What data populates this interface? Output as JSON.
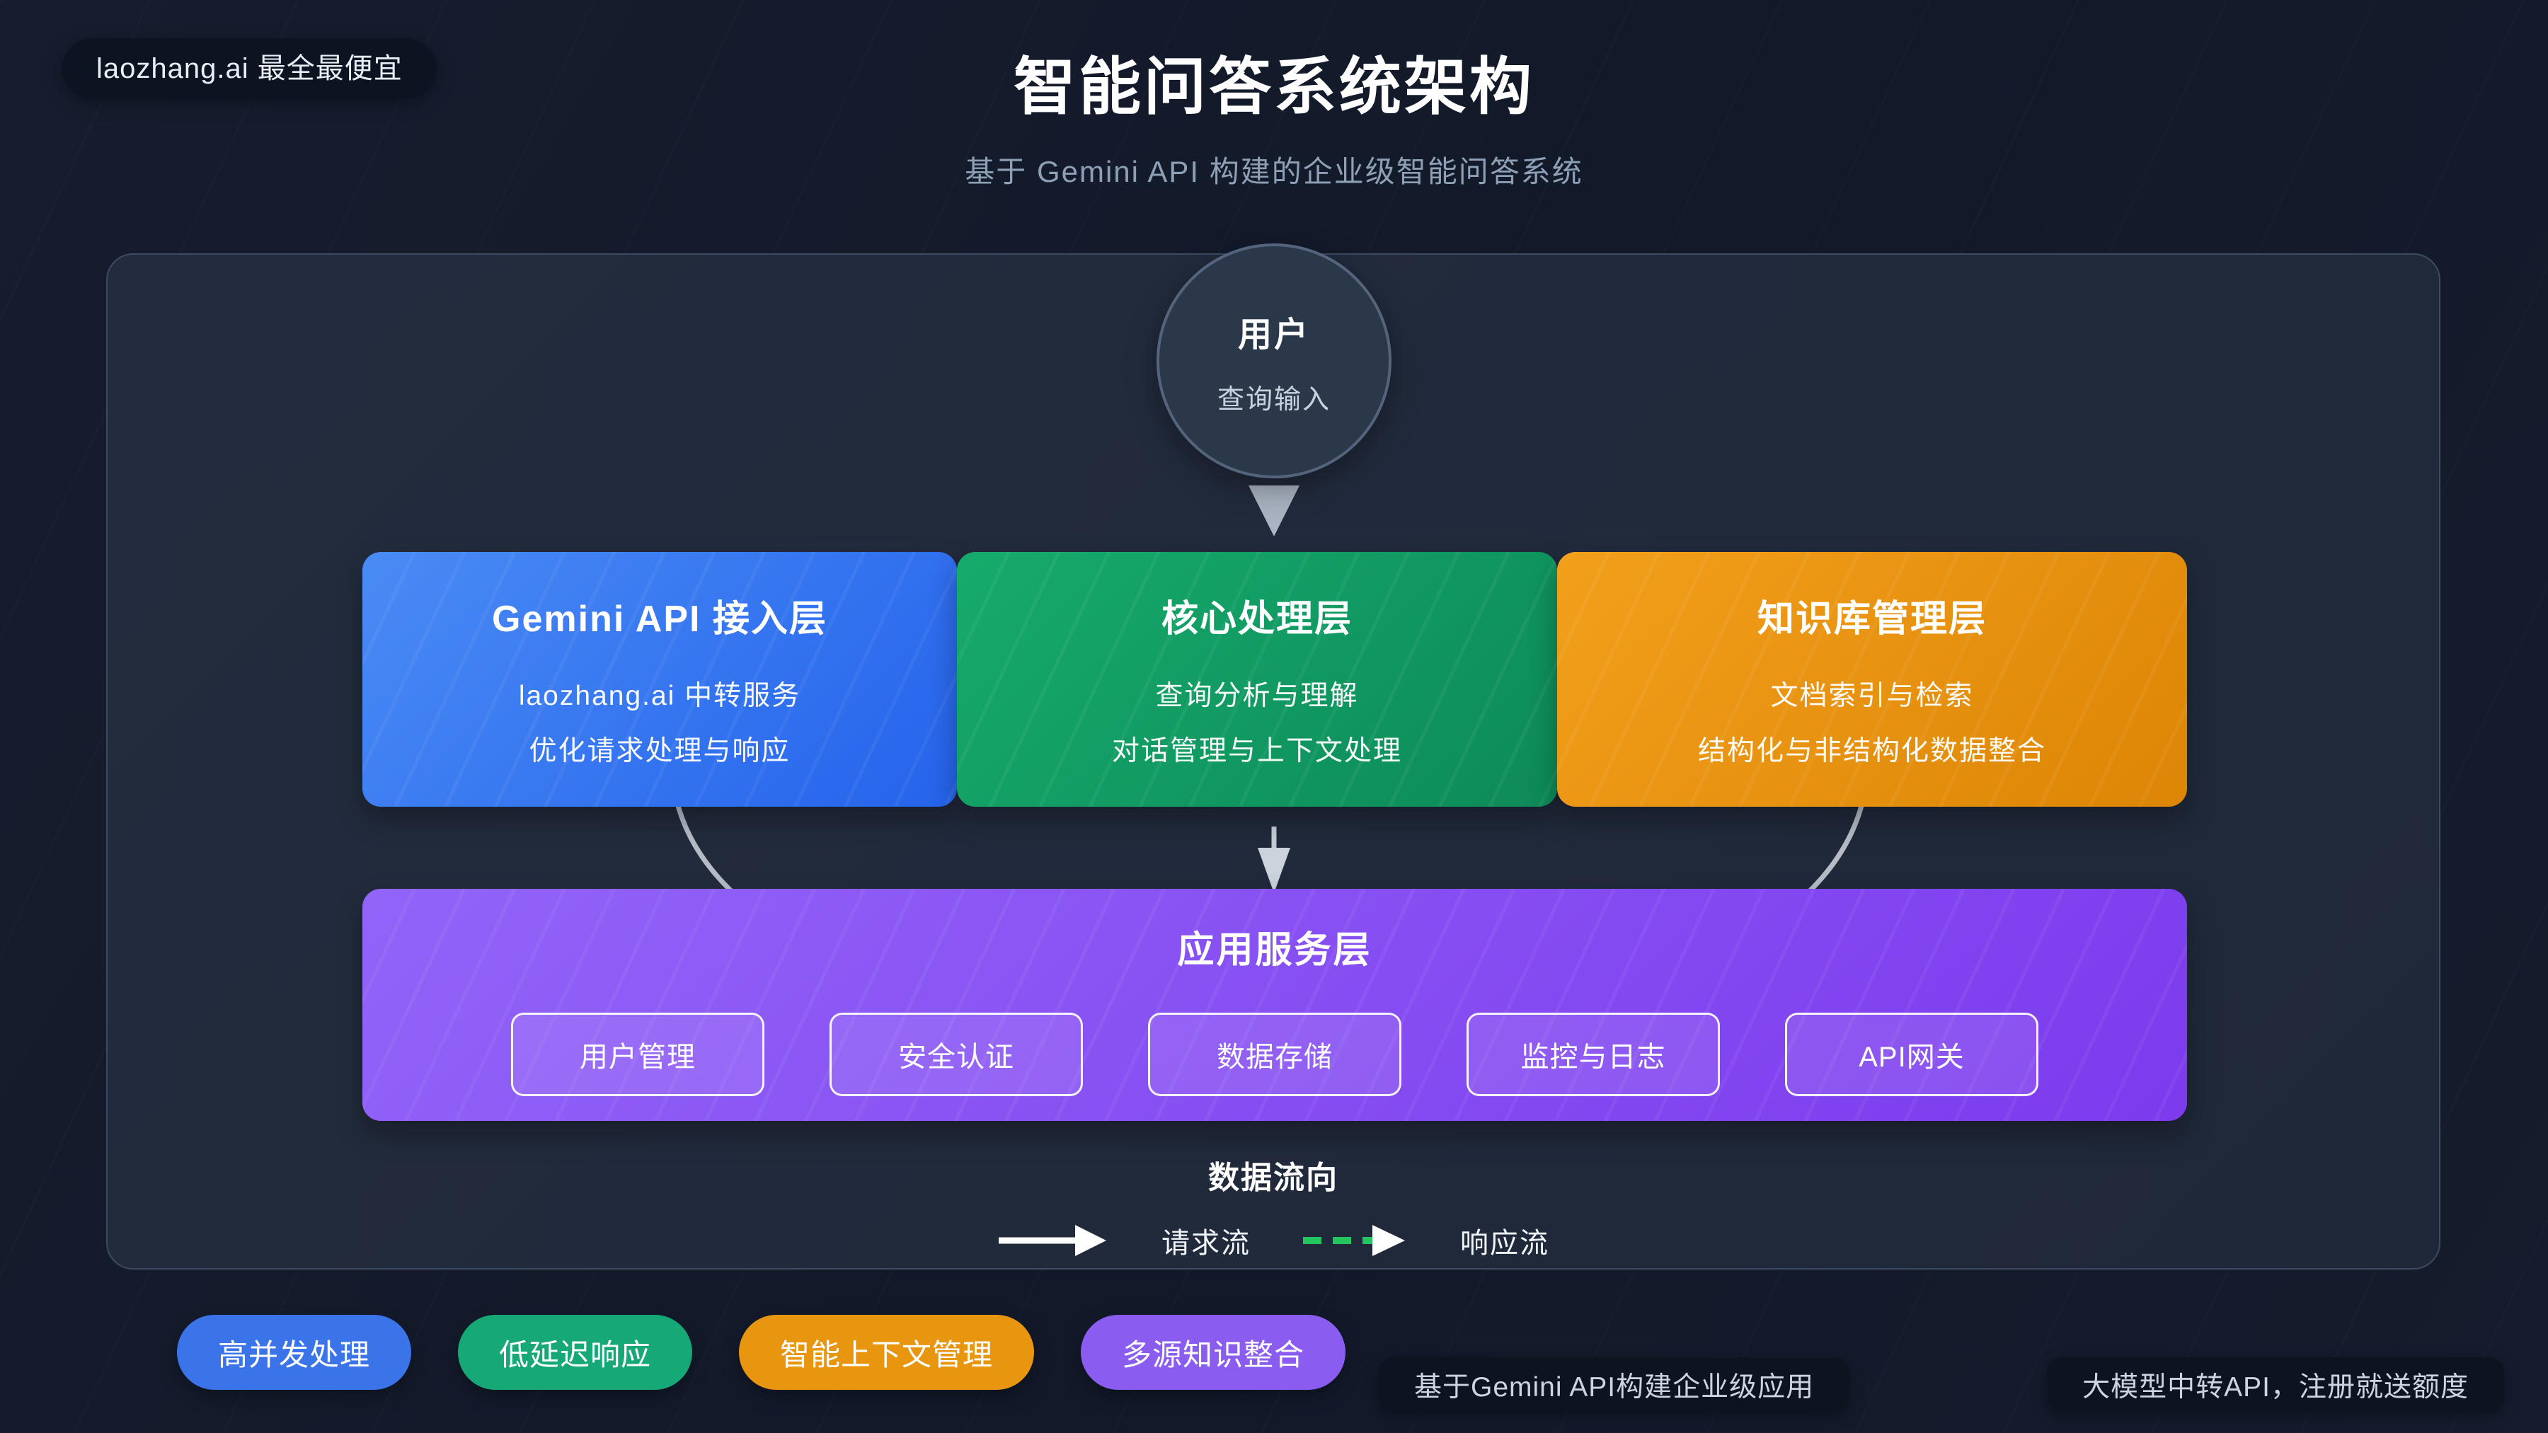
{
  "page": {
    "corner_badge": "laozhang.ai 最全最便宜",
    "title": "智能问答系统架构",
    "subtitle": "基于 Gemini API 构建的企业级智能问答系统"
  },
  "diagram": {
    "user_node": {
      "title": "用户",
      "subtitle": "查询输入"
    },
    "layers": [
      {
        "title": "Gemini API 接入层",
        "lines": [
          "laozhang.ai 中转服务",
          "优化请求处理与响应"
        ],
        "color_from": "#4a8bf5",
        "color_to": "#2563eb"
      },
      {
        "title": "核心处理层",
        "lines": [
          "查询分析与理解",
          "对话管理与上下文处理"
        ],
        "color_from": "#16ab6c",
        "color_to": "#0d8a58"
      },
      {
        "title": "知识库管理层",
        "lines": [
          "文档索引与检索",
          "结构化与非结构化数据整合"
        ],
        "color_from": "#f2a01c",
        "color_to": "#dd8506"
      }
    ],
    "app_layer": {
      "title": "应用服务层",
      "services": [
        "用户管理",
        "安全认证",
        "数据存储",
        "监控与日志",
        "API网关"
      ],
      "color_from": "#9264f8",
      "color_to": "#7c3bed"
    },
    "legend": {
      "title": "数据流向",
      "items": [
        {
          "label": "请求流",
          "style": "solid",
          "color": "#ffffff"
        },
        {
          "label": "响应流",
          "style": "dashed",
          "color": "#22c55e"
        }
      ]
    },
    "connector_color": "#c7ced8"
  },
  "footer": {
    "pills": [
      {
        "label": "高并发处理",
        "color": "#3b74e8"
      },
      {
        "label": "低延迟响应",
        "color": "#16a877"
      },
      {
        "label": "智能上下文管理",
        "color": "#e8960f"
      },
      {
        "label": "多源知识整合",
        "color": "#8a5cf0"
      }
    ],
    "badges": [
      "基于Gemini API构建企业级应用",
      "大模型中转API，注册就送额度"
    ]
  }
}
